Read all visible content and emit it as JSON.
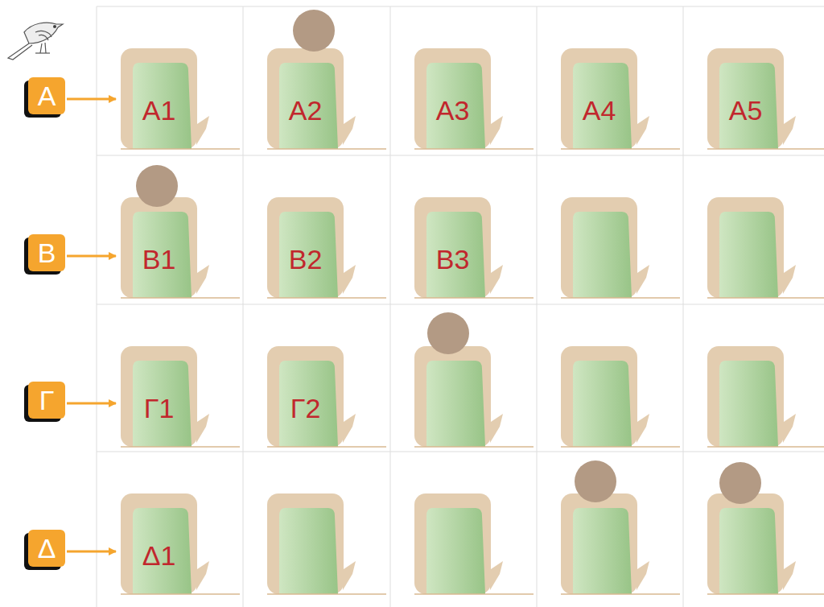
{
  "diagram": {
    "nodes": [
      {
        "text": [
          "Α"
        ]
      },
      {
        "text": [
          "Α1"
        ]
      },
      {
        "text": [
          "Α2"
        ]
      },
      {
        "text": [
          "Α3"
        ]
      },
      {
        "text": [
          "Α4"
        ]
      },
      {
        "text": [
          "Α5"
        ]
      },
      {
        "text": [
          "Β"
        ]
      },
      {
        "text": [
          "Β1"
        ]
      },
      {
        "text": [
          "Β2"
        ]
      },
      {
        "text": [
          "Β3"
        ]
      },
      {
        "text": [
          "Γ"
        ]
      },
      {
        "text": [
          "Γ1"
        ]
      },
      {
        "text": [
          "Γ2"
        ]
      },
      {
        "text": [
          "Δ"
        ]
      },
      {
        "text": [
          "Δ1"
        ]
      }
    ],
    "edges": [
      {
        "from": 0,
        "to": 1,
        "arrow": "to"
      },
      {
        "from": 6,
        "to": 7,
        "arrow": "to"
      },
      {
        "from": 10,
        "to": 11,
        "arrow": "to"
      },
      {
        "from": 13,
        "to": 14,
        "arrow": "to"
      }
    ]
  }
}
